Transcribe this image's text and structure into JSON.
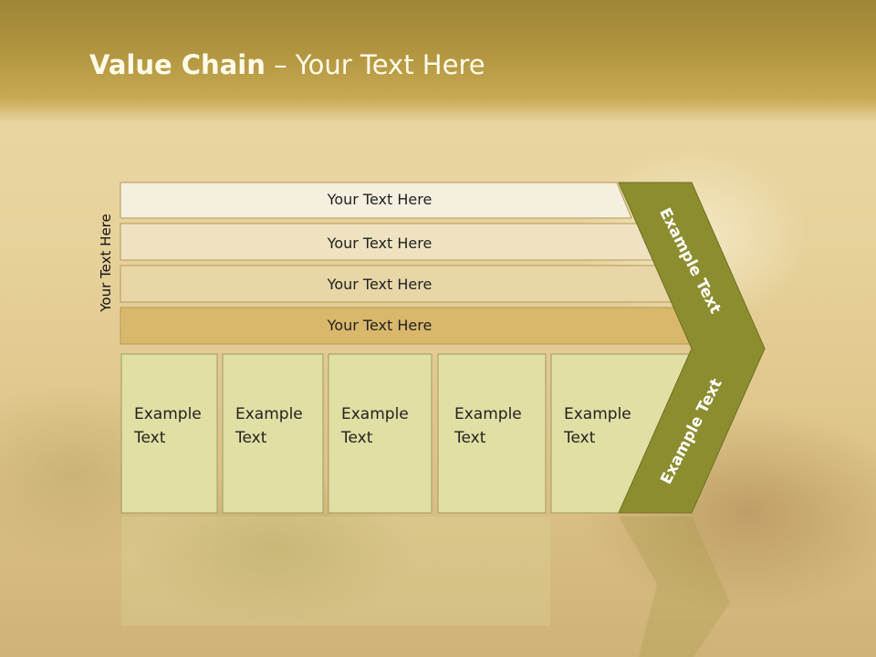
{
  "title": {
    "bold": "Value Chain",
    "rest": " – Your Text Here"
  },
  "side_label": "Your Text Here",
  "rows": [
    {
      "label": "Your Text Here",
      "fill": "#f5efdf"
    },
    {
      "label": "Your Text Here",
      "fill": "#efe2c0"
    },
    {
      "label": "Your Text Here",
      "fill": "#e8d6a7"
    },
    {
      "label": "Your Text Here",
      "fill": "#d9b86c"
    }
  ],
  "boxes": [
    {
      "line1": "Example",
      "line2": "Text"
    },
    {
      "line1": "Example",
      "line2": "Text"
    },
    {
      "line1": "Example",
      "line2": "Text"
    },
    {
      "line1": "Example",
      "line2": "Text"
    },
    {
      "line1": "Example",
      "line2": "Text"
    }
  ],
  "chevron": {
    "upper": "Example Text",
    "lower": "Example Text",
    "color": "#8c8d2f"
  },
  "colors": {
    "box_fill": "#e0dfa4",
    "box_stroke": "#a09a6a",
    "row_stroke": "#b49a5a"
  }
}
